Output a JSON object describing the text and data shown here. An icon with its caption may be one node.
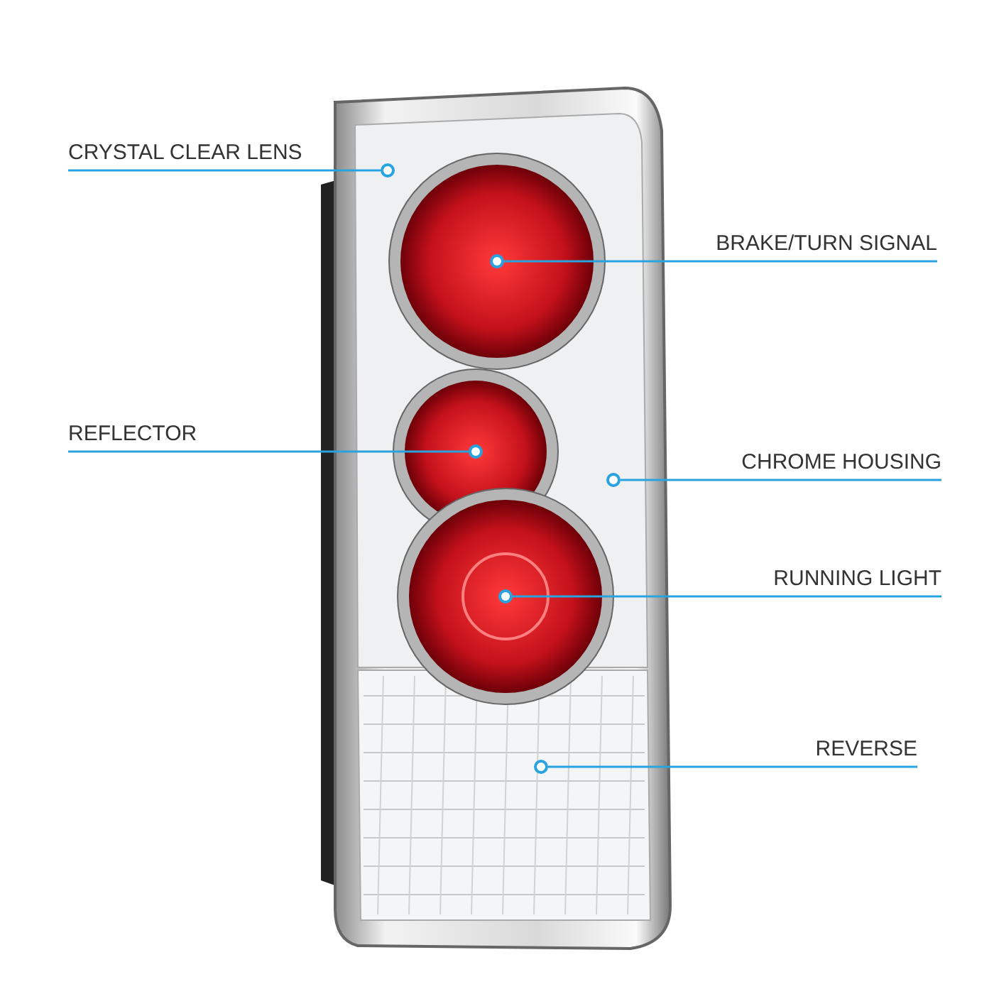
{
  "diagram": {
    "nodes": [
      {
        "text": [
          "CRYSTAL CLEAR LENS"
        ]
      },
      {
        "text": [],
        "shape": "circle"
      },
      {
        "text": [
          "BRAKE/TURN SIGNAL"
        ]
      },
      {
        "text": [],
        "shape": "circle"
      },
      {
        "text": [
          "REFLECTOR"
        ]
      },
      {
        "text": [],
        "shape": "circle"
      },
      {
        "text": [
          "CHROME HOUSING"
        ]
      },
      {
        "text": [],
        "shape": "circle"
      },
      {
        "text": [
          "RUNNING LIGHT"
        ]
      },
      {
        "text": [],
        "shape": "circle"
      },
      {
        "text": [
          "REVERSE"
        ]
      },
      {
        "text": [],
        "shape": "circle"
      }
    ],
    "edges": [
      {
        "from": 0,
        "to": 1,
        "arrow": "none"
      },
      {
        "from": 2,
        "to": 3,
        "arrow": "none"
      },
      {
        "from": 4,
        "to": 5,
        "arrow": "none"
      },
      {
        "from": 6,
        "to": 7,
        "arrow": "none"
      },
      {
        "from": 8,
        "to": 9,
        "arrow": "none"
      },
      {
        "from": 10,
        "to": 11,
        "arrow": "none"
      }
    ]
  }
}
